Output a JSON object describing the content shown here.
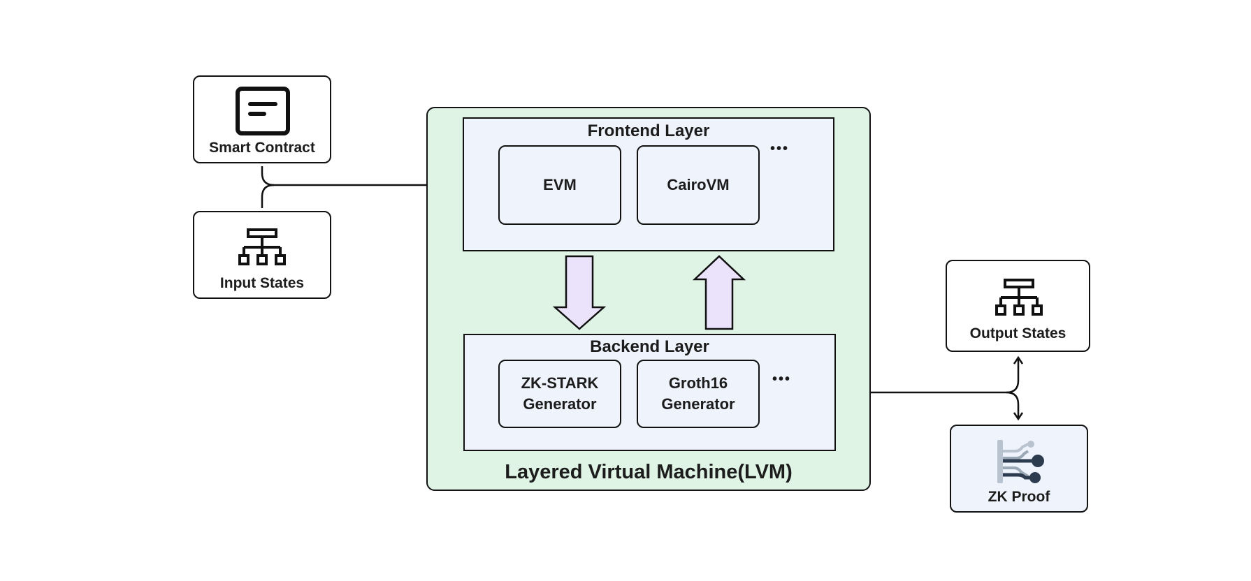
{
  "inputs": {
    "smart_contract": {
      "label": "Smart Contract",
      "icon": "document-icon"
    },
    "input_states": {
      "label": "Input States",
      "icon": "hierarchy-icon"
    }
  },
  "lvm": {
    "title": "Layered Virtual Machine(LVM)",
    "background_color": "#dff4e5",
    "frontend": {
      "title": "Frontend Layer",
      "modules": [
        "EVM",
        "CairoVM"
      ],
      "more": "..."
    },
    "backend": {
      "title": "Backend Layer",
      "modules": [
        "ZK-STARK\nGenerator",
        "Groth16\nGenerator"
      ],
      "more": "..."
    },
    "arrow_color": "#ebe3fb"
  },
  "outputs": {
    "output_states": {
      "label": "Output States",
      "icon": "hierarchy-icon"
    },
    "zk_proof": {
      "label": "ZK Proof",
      "icon": "circuit-icon"
    }
  }
}
